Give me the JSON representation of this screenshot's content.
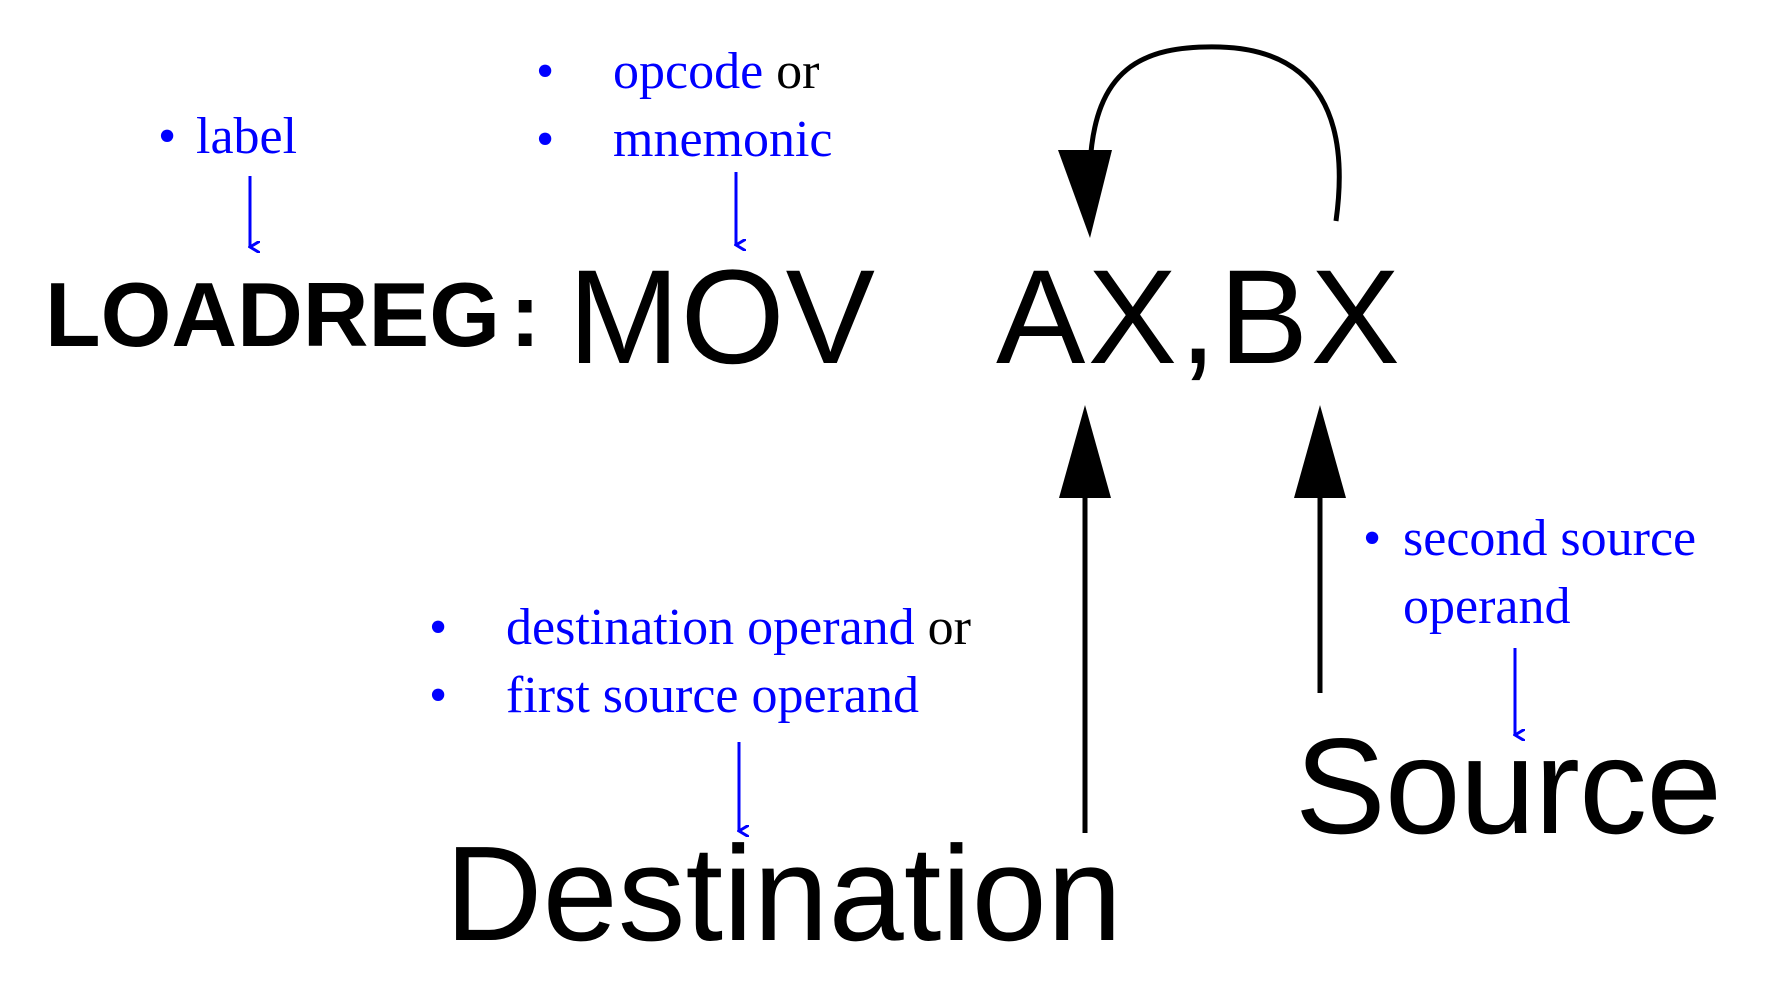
{
  "instruction": {
    "label": "LOADREG",
    "colon": ":",
    "mnemonic": "MOV",
    "operands": "AX,BX"
  },
  "annotations": {
    "label": {
      "bullet": "•",
      "text": "label"
    },
    "opcode": {
      "bullet": "•",
      "text": "opcode",
      "conj": " or"
    },
    "mnemonic": {
      "bullet": "•",
      "text": "mnemonic"
    },
    "destination_operand": {
      "bullet": "•",
      "text": "destination operand",
      "conj": " or"
    },
    "first_source": {
      "bullet": "•",
      "text": "first source operand"
    },
    "second_source_line1": {
      "bullet": "•",
      "text": "second source"
    },
    "second_source_line2": "operand"
  },
  "bottom_labels": {
    "destination": "Destination",
    "source": "Source"
  },
  "colors": {
    "annotation": "#0000ff",
    "main": "#000000"
  }
}
